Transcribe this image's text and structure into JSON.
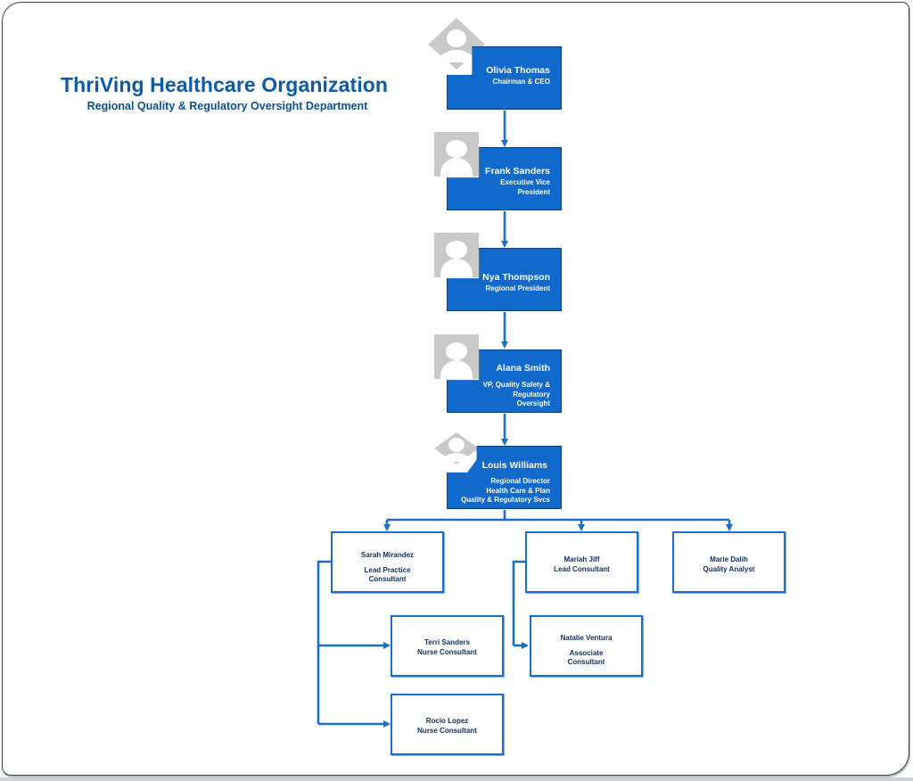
{
  "header": {
    "title": "ThriVing Healthcare Organization",
    "subtitle": "Regional Quality & Regulatory Oversight Department"
  },
  "executives": [
    {
      "name": "Olivia Thomas",
      "role": "Chairman & CEO"
    },
    {
      "name": "Frank Sanders",
      "role_lines": [
        "Executive Vice",
        "President"
      ]
    },
    {
      "name": "Nya Thompson",
      "role": "Regional President"
    },
    {
      "name": "Alana Smith",
      "role_lines": [
        "VP, Quality Safety &",
        "Regulatory",
        "Oversight"
      ]
    },
    {
      "name": "Louis Williams",
      "role_lines": [
        "Regional Director",
        "Health Care & Plan",
        "Quality & Regulatory Svcs"
      ]
    }
  ],
  "staff": [
    {
      "name": "Sarah Mirandez",
      "role_lines": [
        "Lead Practice",
        "Consultant"
      ]
    },
    {
      "name": "Mariah Jiff",
      "role": "Lead Consultant"
    },
    {
      "name": "Marie Dalih",
      "role": "Quality Analyst"
    },
    {
      "name": "Terri Sanders",
      "role": "Nurse Consultant"
    },
    {
      "name": "Natalie Ventura",
      "role_lines": [
        "Associate",
        "Consultant"
      ]
    },
    {
      "name": "Rocio Lopez",
      "role": "Nurse Consultant"
    }
  ],
  "colors": {
    "accent": "#1269cc",
    "accent_dark": "#0a3f85",
    "title": "#0d5aa7",
    "avatar_gray": "#c9c9c9",
    "connector": "#1a6fc8"
  },
  "icons": {
    "avatar": "person-silhouette-icon"
  }
}
